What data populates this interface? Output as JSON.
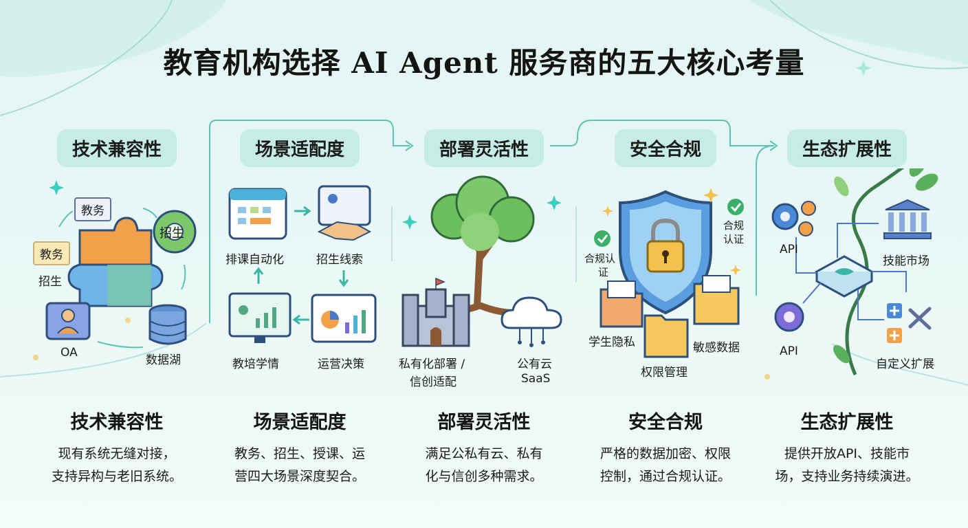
{
  "title": "教育机构选择 AI Agent 服务商的五大核心考量",
  "colors": {
    "pill_bg": "#c6ece6",
    "accent_teal": "#3bb6a6",
    "accent_blue": "#4a78c8",
    "puzzle_orange": "#f2a14a",
    "tree_green": "#5bb05e",
    "shield_blue": "#4f8fd8",
    "lock_gold": "#f2c14e"
  },
  "columns": [
    {
      "pill": "技术兼容性",
      "heading": "技术兼容性",
      "desc": [
        "现有系统无缝对接，",
        "支持异构与老旧系统。"
      ],
      "labels": {
        "a": "教务",
        "b": "招生",
        "c": "教务",
        "d": "招生",
        "e": "OA",
        "f": "数据湖"
      },
      "icons": [
        "puzzle-icon",
        "user-puzzle-icon",
        "database-icon",
        "gear-puzzle-icon"
      ]
    },
    {
      "pill": "场景适配度",
      "heading": "场景适配度",
      "desc": [
        "教务、招生、授课、运",
        "营四大场景深度契合。"
      ],
      "labels": {
        "a": "排课自动化",
        "b": "招生线索",
        "c": "教培学情",
        "d": "运营决策"
      },
      "icons": [
        "calendar-icon",
        "handshake-icon",
        "monitor-chart-icon",
        "dashboard-chart-icon"
      ]
    },
    {
      "pill": "部署灵活性",
      "heading": "部署灵活性",
      "desc": [
        "满足公私有云、私有",
        "化与信创多种需求。"
      ],
      "labels": {
        "a": "私有化部署 /",
        "b": "信创适配",
        "c": "公有云",
        "d": "SaaS"
      },
      "icons": [
        "tree-icon",
        "castle-icon",
        "cloud-icon"
      ]
    },
    {
      "pill": "安全合规",
      "heading": "安全合规",
      "desc": [
        "严格的数据加密、权限",
        "控制，通过合规认证。"
      ],
      "labels": {
        "a": "合规认",
        "b": "证",
        "c": "合规",
        "d": "认证",
        "e": "学生隐私",
        "f": "权限管理",
        "g": "敏感数据"
      },
      "icons": [
        "shield-lock-icon",
        "check-badge-icon",
        "folder-icon"
      ]
    },
    {
      "pill": "生态扩展性",
      "heading": "生态扩展性",
      "desc": [
        "提供开放API、技能市",
        "场，支持业务持续演进。"
      ],
      "labels": {
        "a": "API",
        "b": "技能市场",
        "c": "API",
        "d": "自定义扩展"
      },
      "icons": [
        "gears-icon",
        "bank-icon",
        "gear-icon",
        "plus-tools-icon",
        "hub-icon",
        "vine-icon"
      ]
    }
  ]
}
